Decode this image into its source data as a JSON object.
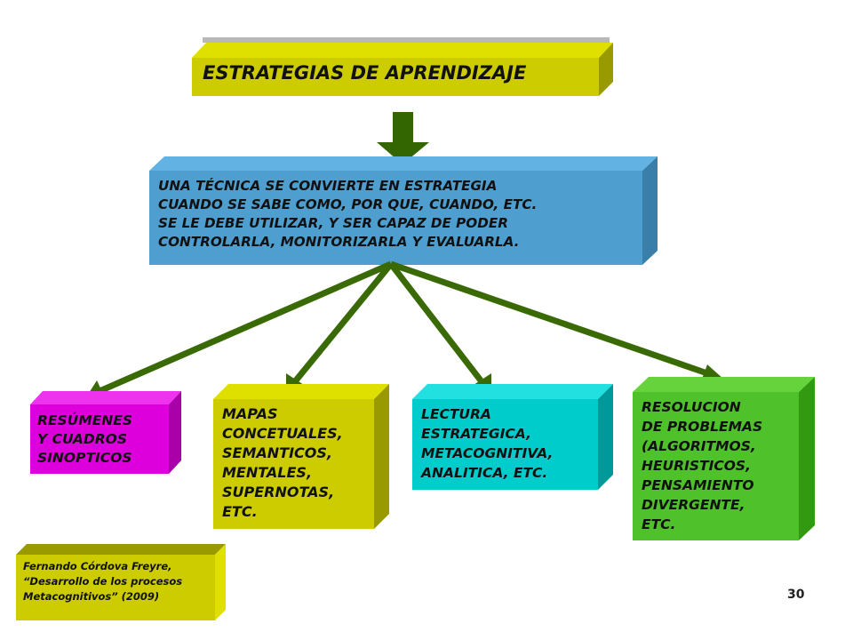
{
  "colors": {
    "title_box": "#cccc00",
    "definition_box": "#4e9fcf",
    "summaries_box": "#dd00dd",
    "maps_box": "#cccc00",
    "reading_box": "#00cccc",
    "problem_box": "#4fc12a",
    "citation_box": "#cccc00",
    "arrows": "#3a6a06"
  },
  "title": "ESTRATEGIAS DE APRENDIZAJE",
  "definition": "UNA TÉCNICA SE CONVIERTE EN ESTRATEGIA\nCUANDO SE SABE COMO, POR QUE,  CUANDO, ETC.\nSE LE DEBE UTILIZAR, Y SER CAPAZ DE PODER\nCONTROLARLA, MONITORIZARLA Y EVALUARLA.",
  "branches": {
    "summaries": "RESÚMENES\nY CUADROS\nSINOPTICOS",
    "maps": "MAPAS\nCONCETUALES,\nSEMANTICOS,\nMENTALES,\nSUPERNOTAS,\nETC.",
    "reading": "LECTURA\nESTRATEGICA,\nMETACOGNITIVA,\nANALITICA, ETC.",
    "problem_solving": "RESOLUCION\nDE PROBLEMAS\n(ALGORITMOS,\nHEURISTICOS,\nPENSAMIENTO\nDIVERGENTE,\nETC."
  },
  "citation": "Fernando Córdova Freyre,\n“Desarrollo de los procesos\nMetacognitivos” (2009)",
  "page_number": "30"
}
